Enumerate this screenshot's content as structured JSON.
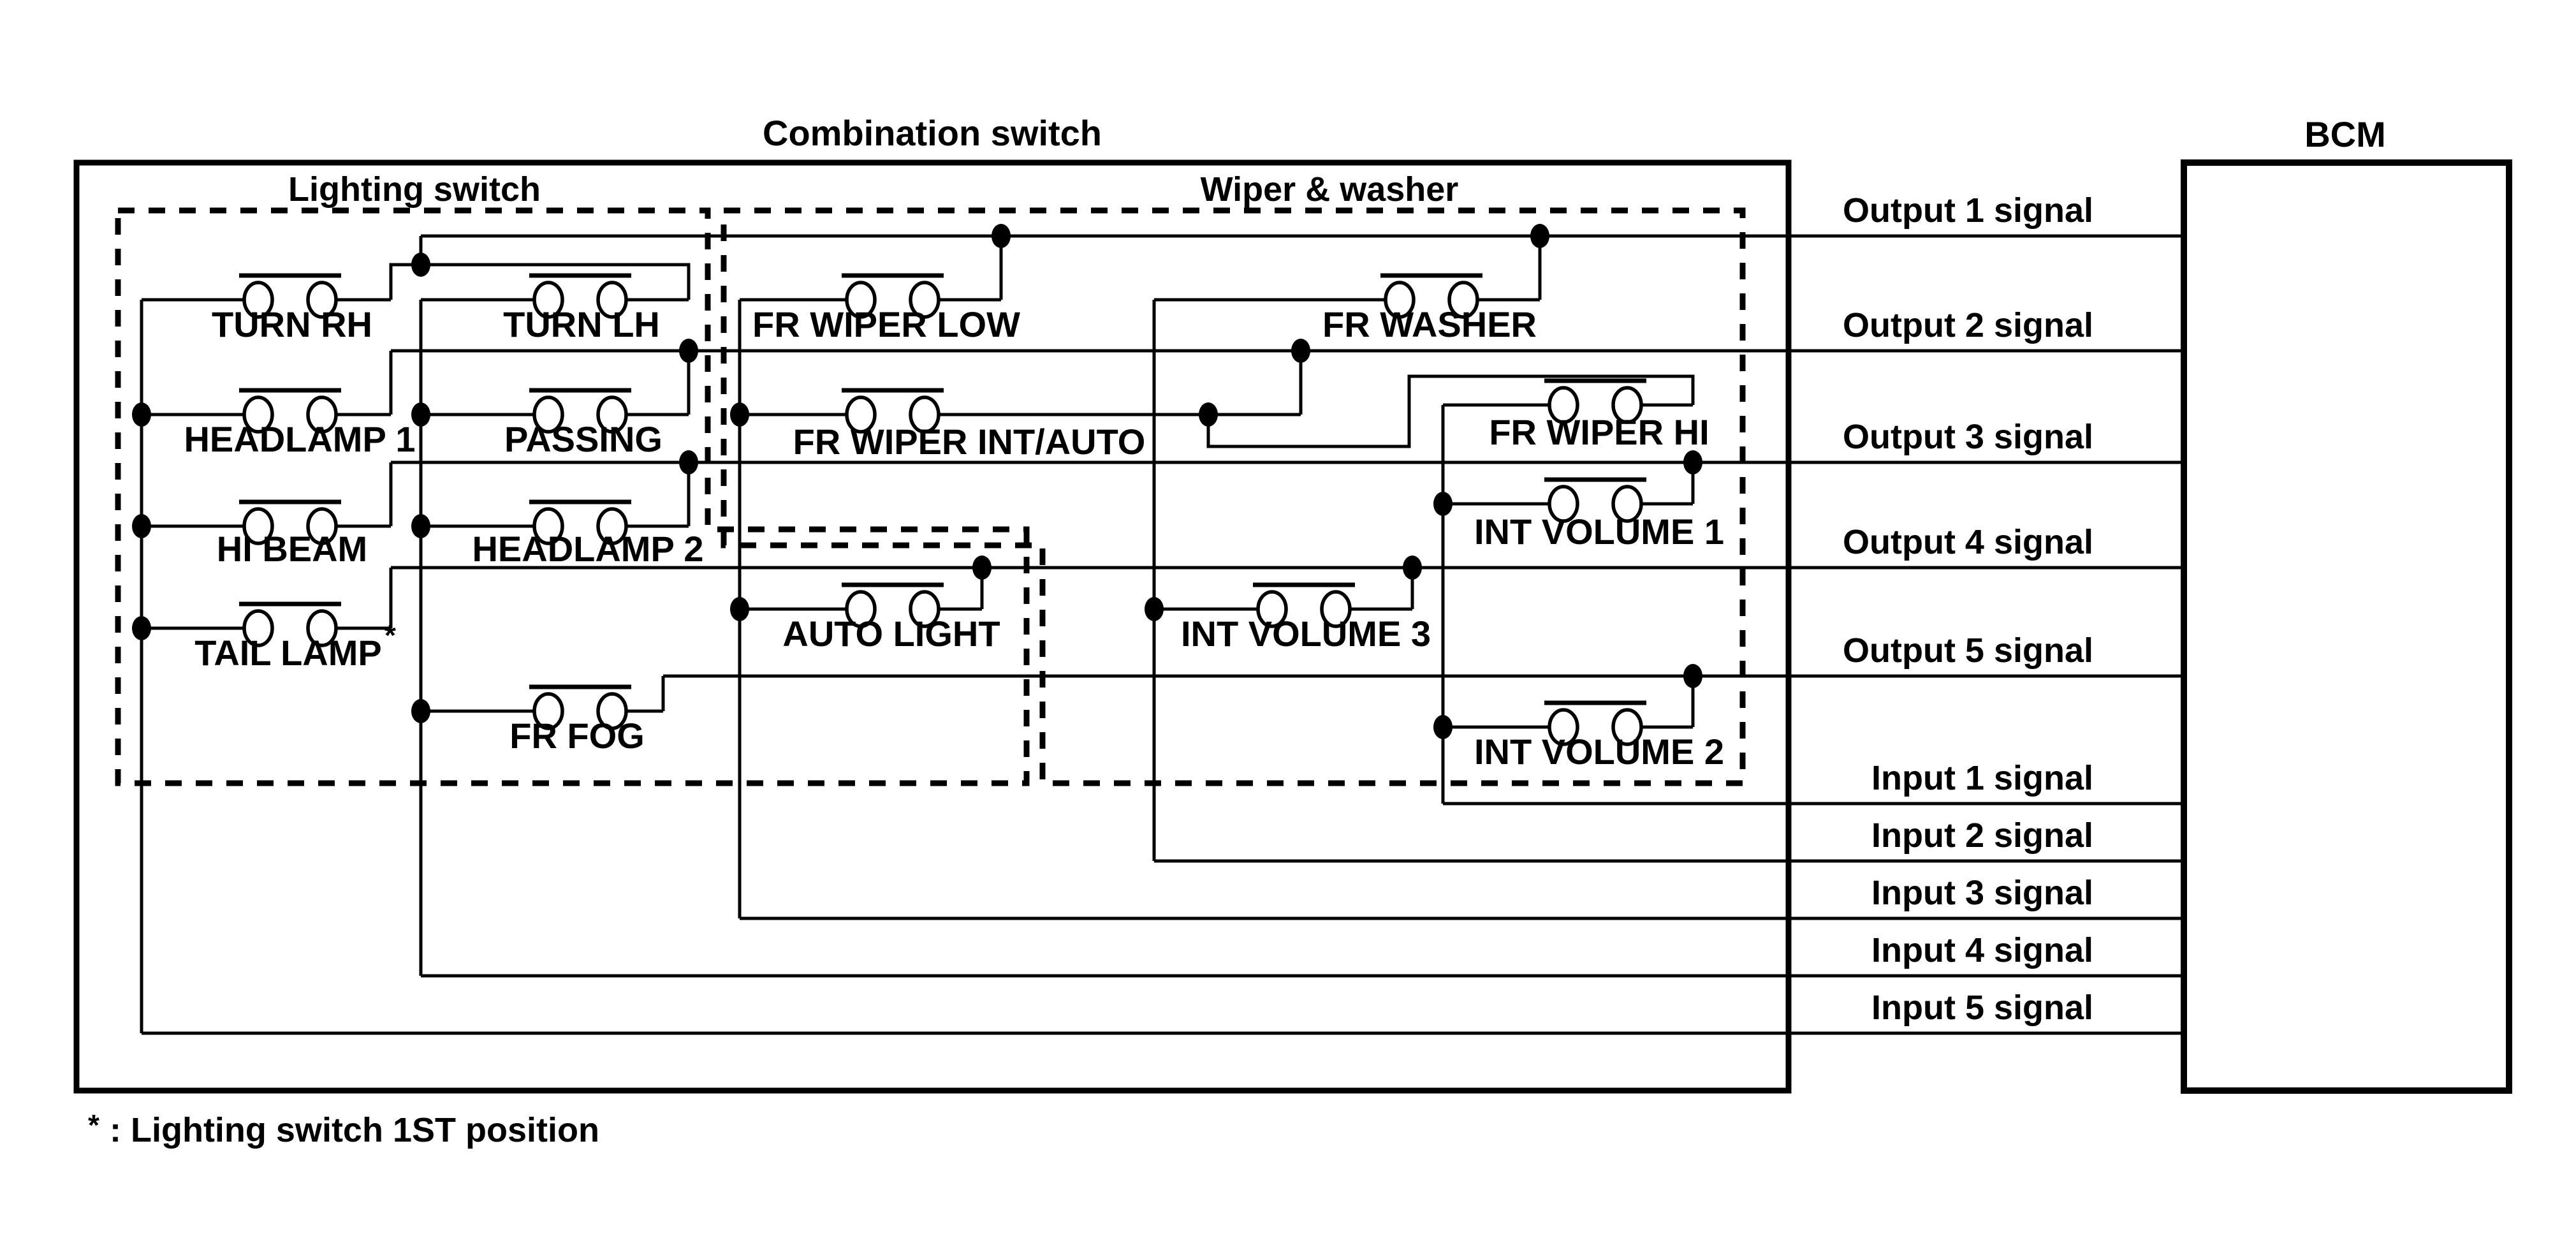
{
  "colors": {
    "ink": "#000000",
    "paper": "#ffffff"
  },
  "header": {
    "combination_switch_title": "Combination switch",
    "bcm_title": "BCM"
  },
  "regions": {
    "lighting_switch_label": "Lighting switch",
    "wiper_washer_label": "Wiper & washer"
  },
  "switches": [
    {
      "id": "turn-rh",
      "label": "TURN RH"
    },
    {
      "id": "turn-lh",
      "label": "TURN LH"
    },
    {
      "id": "headlamp-1",
      "label": "HEADLAMP 1"
    },
    {
      "id": "passing",
      "label": "PASSING"
    },
    {
      "id": "hi-beam",
      "label": "HI BEAM"
    },
    {
      "id": "headlamp-2",
      "label": "HEADLAMP 2"
    },
    {
      "id": "tail-lamp",
      "label": "TAIL LAMP"
    },
    {
      "id": "fr-fog",
      "label": "FR FOG"
    },
    {
      "id": "fr-wiper-low",
      "label": "FR WIPER LOW"
    },
    {
      "id": "fr-washer",
      "label": "FR WASHER"
    },
    {
      "id": "fr-wiper-int-auto",
      "label": "FR WIPER INT/AUTO"
    },
    {
      "id": "fr-wiper-hi",
      "label": "FR WIPER HI"
    },
    {
      "id": "int-volume-1",
      "label": "INT VOLUME 1"
    },
    {
      "id": "auto-light",
      "label": "AUTO LIGHT"
    },
    {
      "id": "int-volume-3",
      "label": "INT VOLUME 3"
    },
    {
      "id": "int-volume-2",
      "label": "INT VOLUME 2"
    }
  ],
  "tail_lamp_asterisk": "*",
  "signals": {
    "outputs": [
      {
        "label": "Output 1 signal"
      },
      {
        "label": "Output 2 signal"
      },
      {
        "label": "Output 3 signal"
      },
      {
        "label": "Output 4 signal"
      },
      {
        "label": "Output 5 signal"
      }
    ],
    "inputs": [
      {
        "label": "Input 1 signal"
      },
      {
        "label": "Input 2 signal"
      },
      {
        "label": "Input 3 signal"
      },
      {
        "label": "Input 4 signal"
      },
      {
        "label": "Input 5 signal"
      }
    ]
  },
  "footnote": {
    "star": "*",
    "text": ": Lighting switch 1ST position"
  }
}
